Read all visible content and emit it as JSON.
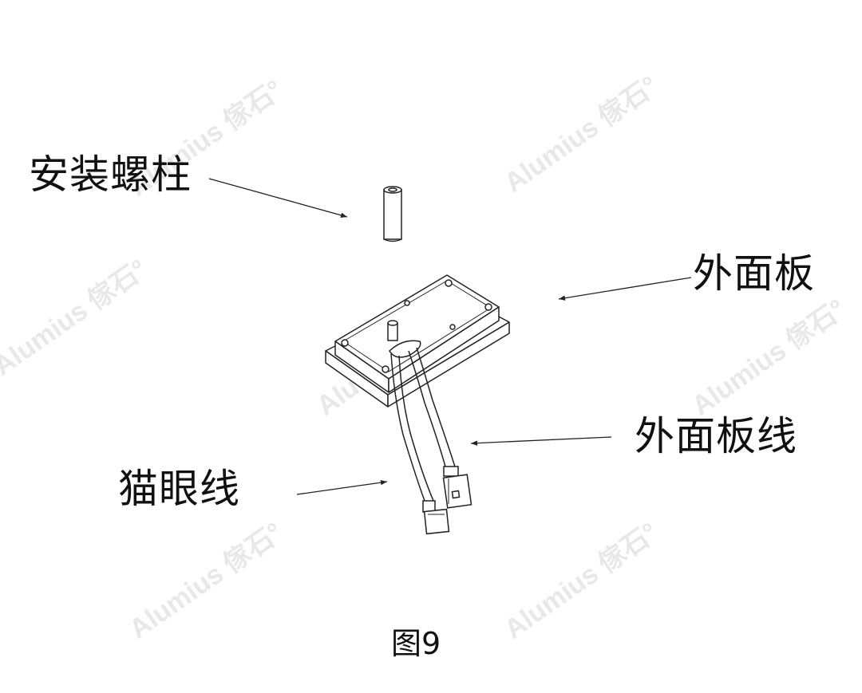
{
  "labels": {
    "standoff": "安装螺柱",
    "outer_panel": "外面板",
    "outer_panel_wire": "外面板线",
    "peephole_wire": "猫眼线"
  },
  "caption": "图9",
  "watermark": "Alumius 傢石°",
  "colors": {
    "line": "#222222",
    "text": "#111111",
    "watermark": "#e8e8e8"
  }
}
